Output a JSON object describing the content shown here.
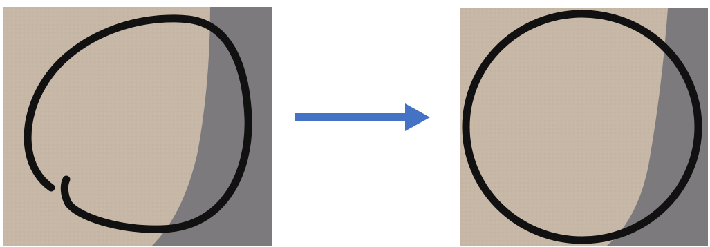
{
  "figure": {
    "before_panel": {
      "background_color": "#c6b7a6",
      "shadow_color": "#7c7a7d",
      "stroke_color": "#111111",
      "shape": "hand-drawn-open-circle"
    },
    "transition_arrow": {
      "color": "#4472c4",
      "direction": "right"
    },
    "after_panel": {
      "background_color": "#c6b7a6",
      "shadow_color": "#7c7a7d",
      "stroke_color": "#111111",
      "shape": "smooth-closed-circle"
    }
  }
}
